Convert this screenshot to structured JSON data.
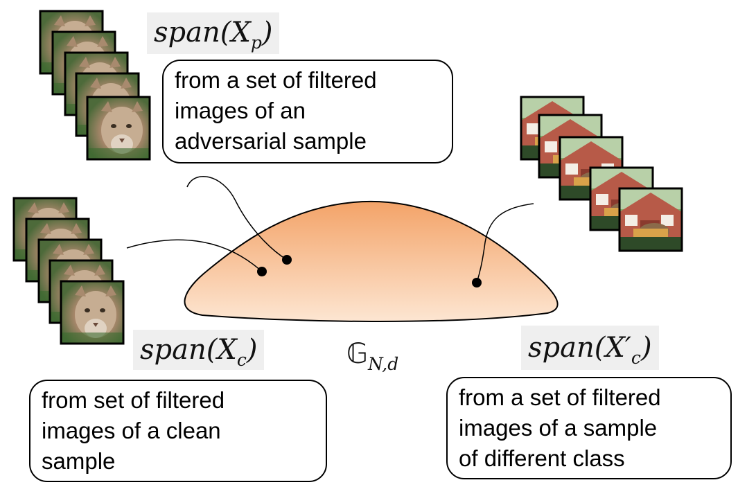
{
  "labels": {
    "span_xp": {
      "fn": "span(",
      "var": "X",
      "sub": "p",
      "close": ")"
    },
    "span_xc": {
      "fn": "span(",
      "var": "X",
      "sub": "c",
      "close": ")"
    },
    "span_xc_prime": {
      "fn": "span(",
      "var": "X′",
      "sub": "c",
      "close": ")"
    },
    "grassmannian": {
      "symbol": "𝔾",
      "sub": "N,d"
    }
  },
  "captions": {
    "adversarial": [
      "from a set of filtered",
      "images of an",
      "adversarial sample"
    ],
    "clean": [
      "from set of filtered",
      "images of a clean",
      "sample"
    ],
    "different_class": [
      "from a set of filtered",
      "images of a sample",
      "of different class"
    ]
  },
  "colors": {
    "manifold_top": "#f3a368",
    "manifold_bottom": "#fde6d2",
    "stroke": "#000000",
    "label_bg": "#efefef"
  }
}
